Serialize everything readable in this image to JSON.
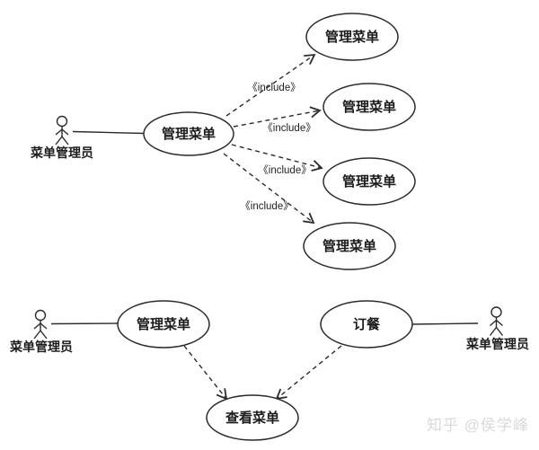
{
  "diagram_type": "uml-use-case",
  "colors": {
    "background": "#ffffff",
    "stroke": "#2b2b2b",
    "text": "#1c1c1c",
    "watermark": "#d9d9d9"
  },
  "top": {
    "actor_label": "菜单管理员",
    "main_use_case": {
      "label": "管理菜单"
    },
    "includes": [
      {
        "use_case": "管理菜单",
        "stereotype": "《include》"
      },
      {
        "use_case": "管理菜单",
        "stereotype": "《include》"
      },
      {
        "use_case": "管理菜单",
        "stereotype": "《include》"
      },
      {
        "use_case": "管理菜单",
        "stereotype": "《include》"
      }
    ]
  },
  "bottom": {
    "left_actor_label": "菜单管理员",
    "right_actor_label": "菜单管理员",
    "left_use_case": "管理菜单",
    "right_use_case": "订餐",
    "shared_use_case": "查看菜单"
  },
  "watermark": "知乎 @侯学峰"
}
